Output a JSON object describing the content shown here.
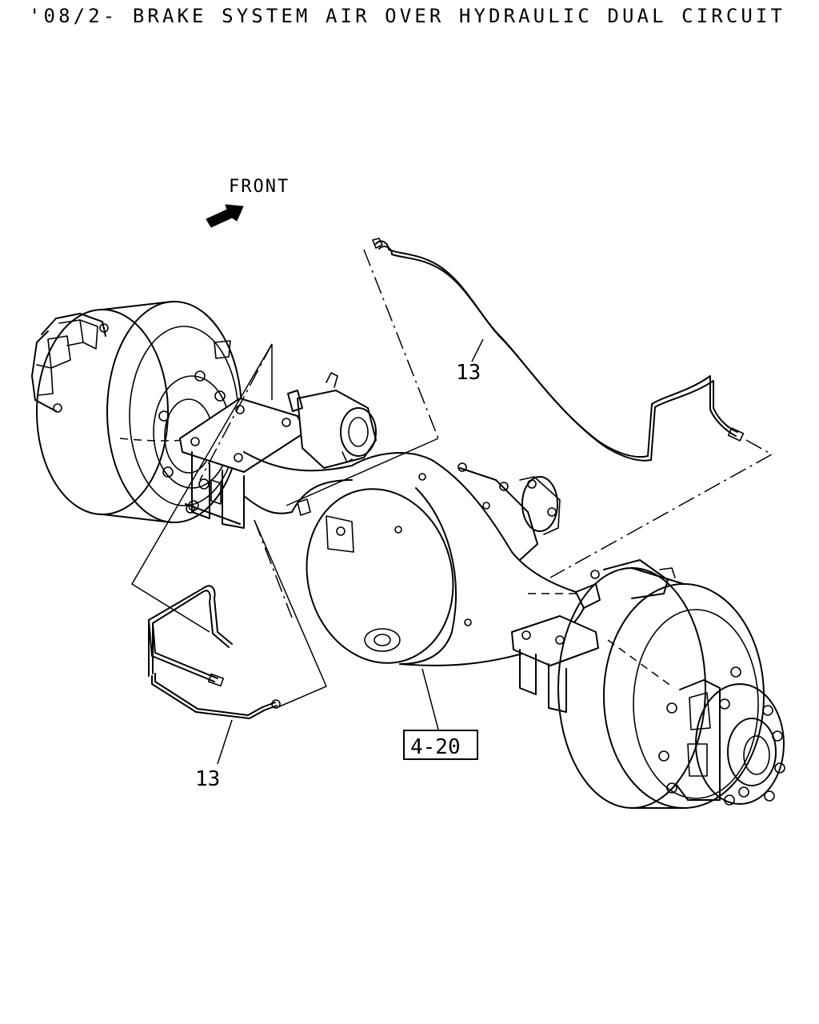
{
  "title": "'08/2- BRAKE SYSTEM AIR OVER HYDRAULIC DUAL CIRCUIT",
  "direction": {
    "label": "FRONT",
    "icon": "front-arrow-icon"
  },
  "callouts": [
    {
      "label": "13",
      "ref": "brake-pipe-upper"
    },
    {
      "label": "13",
      "ref": "brake-pipe-lower"
    },
    {
      "label": "4-20",
      "ref": "axle-housing",
      "boxed": true
    }
  ]
}
